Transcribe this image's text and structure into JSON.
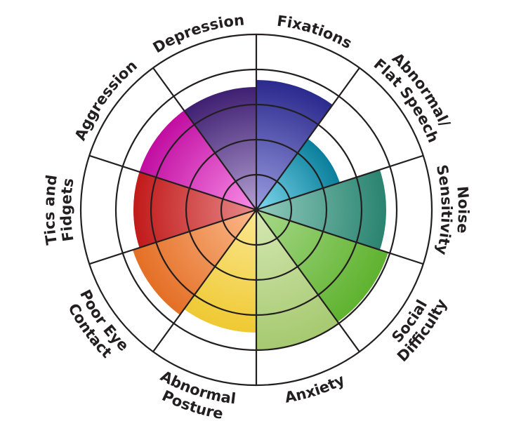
{
  "chart_data": {
    "type": "polar-area",
    "title": "",
    "scale": {
      "min": 0,
      "max": 5,
      "rings": [
        1,
        2,
        3,
        4,
        5
      ]
    },
    "grid": true,
    "categories": [
      "Fixations",
      "Abnormal/ Flat Speech",
      "Noise Sensitivity",
      "Social Difficulty",
      "Anxiety",
      "Abnormal Posture",
      "Poor Eye Contact",
      "Tics and Fidgets",
      "Aggression",
      "Depression"
    ],
    "label_lines": [
      [
        "Fixations"
      ],
      [
        "Abnormal/",
        "Flat Speech"
      ],
      [
        "Noise",
        "Sensitivity"
      ],
      [
        "Social",
        "Difficulty"
      ],
      [
        "Anxiety"
      ],
      [
        "Abnormal",
        "Posture"
      ],
      [
        "Poor Eye",
        "Contact"
      ],
      [
        "Tics and",
        "Fidgets"
      ],
      [
        "Aggression"
      ],
      [
        "Depression"
      ]
    ],
    "values": [
      3.7,
      2.5,
      3.7,
      3.95,
      4.0,
      3.5,
      3.7,
      3.5,
      3.5,
      3.5
    ],
    "colors": [
      {
        "inner": "#9a9de0",
        "outer": "#2b2a8e"
      },
      {
        "inner": "#7fd8ec",
        "outer": "#0a7f9c"
      },
      {
        "inner": "#92cbbe",
        "outer": "#2a8470"
      },
      {
        "inner": "#a8d98a",
        "outer": "#5fb22f"
      },
      {
        "inner": "#d6e8b4",
        "outer": "#a6c970"
      },
      {
        "inner": "#fbe892",
        "outer": "#efc933"
      },
      {
        "inner": "#fbb98c",
        "outer": "#e46f25"
      },
      {
        "inner": "#e88a8a",
        "outer": "#c11a1a"
      },
      {
        "inner": "#f98ee8",
        "outer": "#c10da1"
      },
      {
        "inner": "#b3a0d2",
        "outer": "#3f1f72"
      }
    ],
    "line_color": "#231f20"
  }
}
